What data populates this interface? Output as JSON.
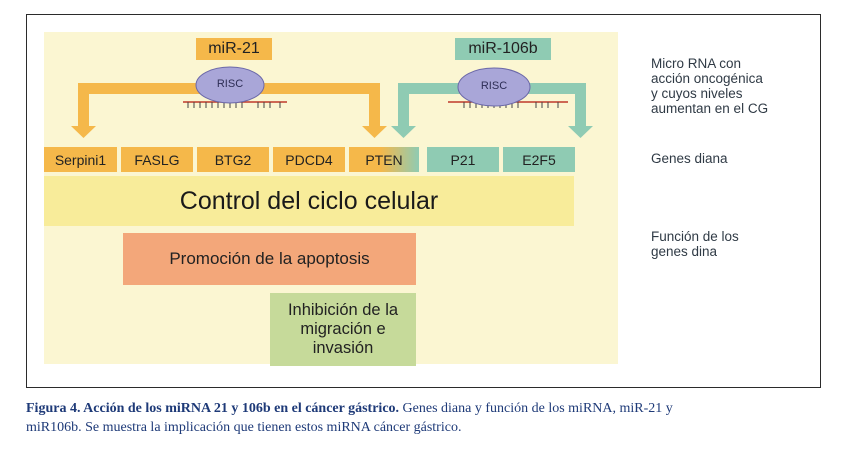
{
  "mirna": {
    "left_label": "miR-21",
    "right_label": "miR-106b",
    "risc_label": "RISC"
  },
  "genes": {
    "orange": [
      "Serpini1",
      "FASLG",
      "BTG2",
      "PDCD4"
    ],
    "shared": "PTEN",
    "teal": [
      "P21",
      "E2F5"
    ]
  },
  "functions": {
    "cell_cycle": "Control del ciclo celular",
    "apoptosis": "Promoción de la apoptosis",
    "migration_line1": "Inhibición de la",
    "migration_line2": "migración e",
    "migration_line3": "invasión"
  },
  "side_notes": {
    "micro_line1": "Micro RNA con",
    "micro_line2": "acción oncogénica",
    "micro_line3": "y cuyos niveles",
    "micro_line4": "aumentan en el CG",
    "genes_target": "Genes diana",
    "function_line1": "Función de los",
    "function_line2": "genes dina"
  },
  "caption": {
    "bold": "Figura 4. Acción de los miRNA 21 y 106b en el cáncer gástrico.",
    "line1_rest": " Genes diana y función de los miRNA, miR-21 y",
    "line2": "miR106b. Se muestra la implicación que tienen estos miRNA cáncer gástrico."
  },
  "colors": {
    "orange": "#f5b84a",
    "teal": "#8fcbb3",
    "pale_yellow": "#fbf6d2",
    "apoptosis": "#f3a77a",
    "migration": "#c6da9a",
    "risc": "#a9a6d8",
    "caption_text": "#1e3a78"
  }
}
